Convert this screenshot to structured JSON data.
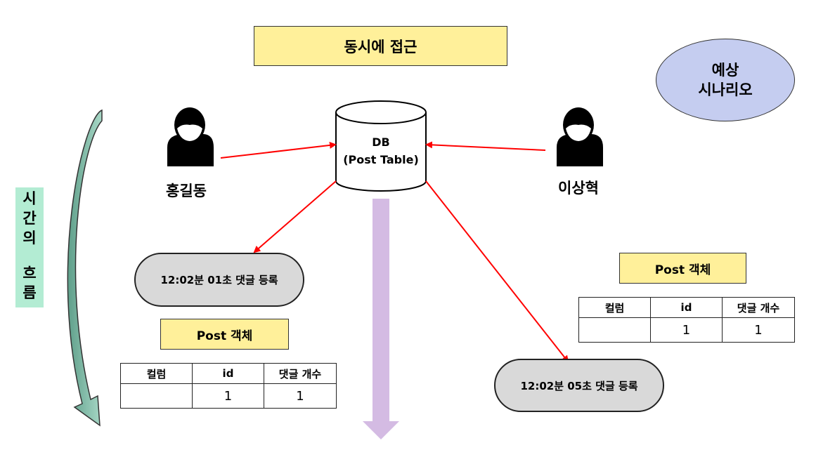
{
  "title": "동시에 접근",
  "scenario": {
    "line1": "예상",
    "line2": "시나리오"
  },
  "time_flow": {
    "chars": [
      "시",
      "간",
      "의",
      "흐",
      "름"
    ]
  },
  "users": {
    "left": "홍길동",
    "right": "이상혁"
  },
  "db": {
    "line1": "DB",
    "line2": "(Post Table)"
  },
  "events": {
    "left": "12:02분 01초 댓글 등록",
    "right": "12:02분 05초 댓글 등록"
  },
  "objects": {
    "left": {
      "title": "Post 객체",
      "columns": [
        "컬럼",
        "id",
        "댓글 개수"
      ],
      "row": [
        "",
        "1",
        "1"
      ]
    },
    "right": {
      "title": "Post 객체",
      "columns": [
        "컬럼",
        "id",
        "댓글 개수"
      ],
      "row": [
        "",
        "1",
        "1"
      ]
    }
  },
  "colors": {
    "title_fill": "#fff09a",
    "scenario_fill": "#c5cdf0",
    "time_label_fill": "#b3ecd3",
    "curved_arrow_fill": "#7fb9a5",
    "down_arrow_fill": "#d4bbe3",
    "connector": "#ff0000",
    "event_fill": "#d9d9d9"
  }
}
